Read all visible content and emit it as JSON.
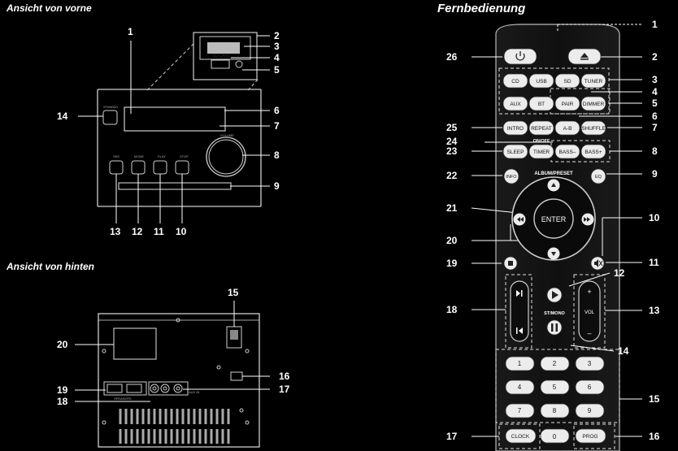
{
  "titles": {
    "front": "Ansicht von vorne",
    "back": "Ansicht von hinten",
    "remote": "Fernbedienung"
  },
  "front_callouts": [
    "1",
    "2",
    "3",
    "4",
    "5",
    "6",
    "7",
    "8",
    "9",
    "10",
    "11",
    "12",
    "13",
    "14"
  ],
  "back_callouts": [
    "15",
    "16",
    "17",
    "18",
    "19",
    "20"
  ],
  "remote_callouts": [
    "1",
    "2",
    "3",
    "4",
    "5",
    "6",
    "7",
    "8",
    "9",
    "10",
    "11",
    "12",
    "13",
    "14",
    "15",
    "16",
    "17",
    "18",
    "19",
    "20",
    "21",
    "22",
    "23",
    "24",
    "25",
    "26"
  ],
  "remote_buttons": {
    "cd": "CD",
    "usb": "USB",
    "sd": "SD",
    "tuner": "TUNER",
    "aux": "AUX",
    "bt": "BT",
    "pair": "PAIR",
    "dimmer": "DIMMER",
    "intro": "INTRO",
    "repeat": "REPEAT",
    "ab": "A-B",
    "shuffle": "SHUFFLE",
    "onoff": "ON/OFF",
    "sleep": "SLEEP",
    "timer": "TIMER",
    "bass_minus": "BASS–",
    "bass_plus": "BASS+",
    "info": "INFO",
    "eq": "EQ",
    "album_preset": "ALBUM/PRESET",
    "enter": "ENTER",
    "st_mono": "ST/MONO",
    "vol": "VOL",
    "vol_plus": "+",
    "vol_minus": "–",
    "num": [
      "1",
      "2",
      "3",
      "4",
      "5",
      "6",
      "7",
      "8",
      "9",
      "0"
    ],
    "clock": "CLOCK",
    "prog": "PROG"
  },
  "icons": [
    "power-icon",
    "eject-icon",
    "up-icon",
    "down-icon",
    "rewind-icon",
    "forward-icon",
    "stop-icon",
    "mute-icon",
    "play-icon",
    "pause-icon",
    "next-icon",
    "prev-icon"
  ]
}
